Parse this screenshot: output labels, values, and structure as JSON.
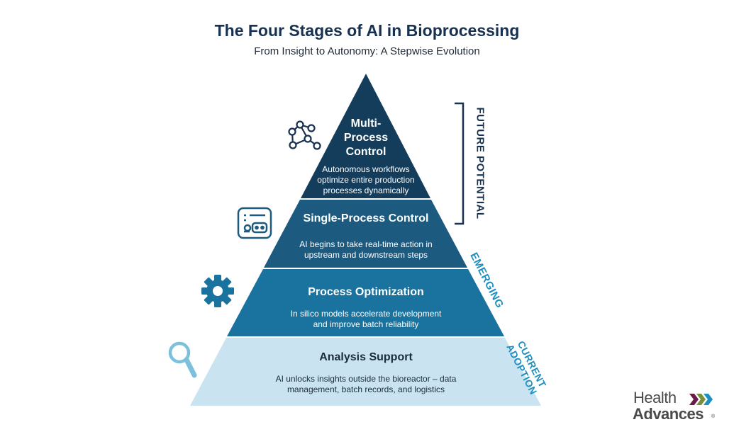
{
  "title": "The Four Stages of AI in Bioprocessing",
  "subtitle": "From Insight to Autonomy: A Stepwise Evolution",
  "levels": [
    {
      "name_lines": [
        "Multi-",
        "Process",
        "Control"
      ],
      "description_lines": [
        "Autonomous workflows",
        "optimize entire production",
        "processes dynamically"
      ],
      "color": "#143d5c",
      "text_color": "#ffffff",
      "icon": "network-nodes-icon"
    },
    {
      "name_lines": [
        "Single-Process Control"
      ],
      "description_lines": [
        "AI begins to take real-time action in",
        "upstream and downstream steps"
      ],
      "color": "#1c5a80",
      "text_color": "#ffffff",
      "icon": "control-panel-icon"
    },
    {
      "name_lines": [
        "Process Optimization"
      ],
      "description_lines": [
        "In silico models accelerate development",
        "and improve batch reliability"
      ],
      "color": "#19739e",
      "text_color": "#ffffff",
      "icon": "gear-icon"
    },
    {
      "name_lines": [
        "Analysis Support"
      ],
      "description_lines": [
        "AI unlocks insights outside the bioreactor – data",
        "management, batch records, and logistics"
      ],
      "color": "#c9e4f0",
      "text_color": "#1b2c3c",
      "icon": "magnifier-icon"
    }
  ],
  "side_labels": {
    "future": {
      "text": "FUTURE POTENTIAL",
      "color": "#173150"
    },
    "emerging": {
      "text": "EMERGING",
      "color": "#1e8fc0"
    },
    "current": {
      "lines": [
        "CURRENT",
        "ADOPTION"
      ],
      "color": "#1e8fc0"
    }
  },
  "logo": {
    "line1": "Health",
    "line2": "Advances",
    "mark": "®",
    "arrow_colors": [
      "#6a1b47",
      "#7a8f3a",
      "#1e8fc0"
    ]
  }
}
